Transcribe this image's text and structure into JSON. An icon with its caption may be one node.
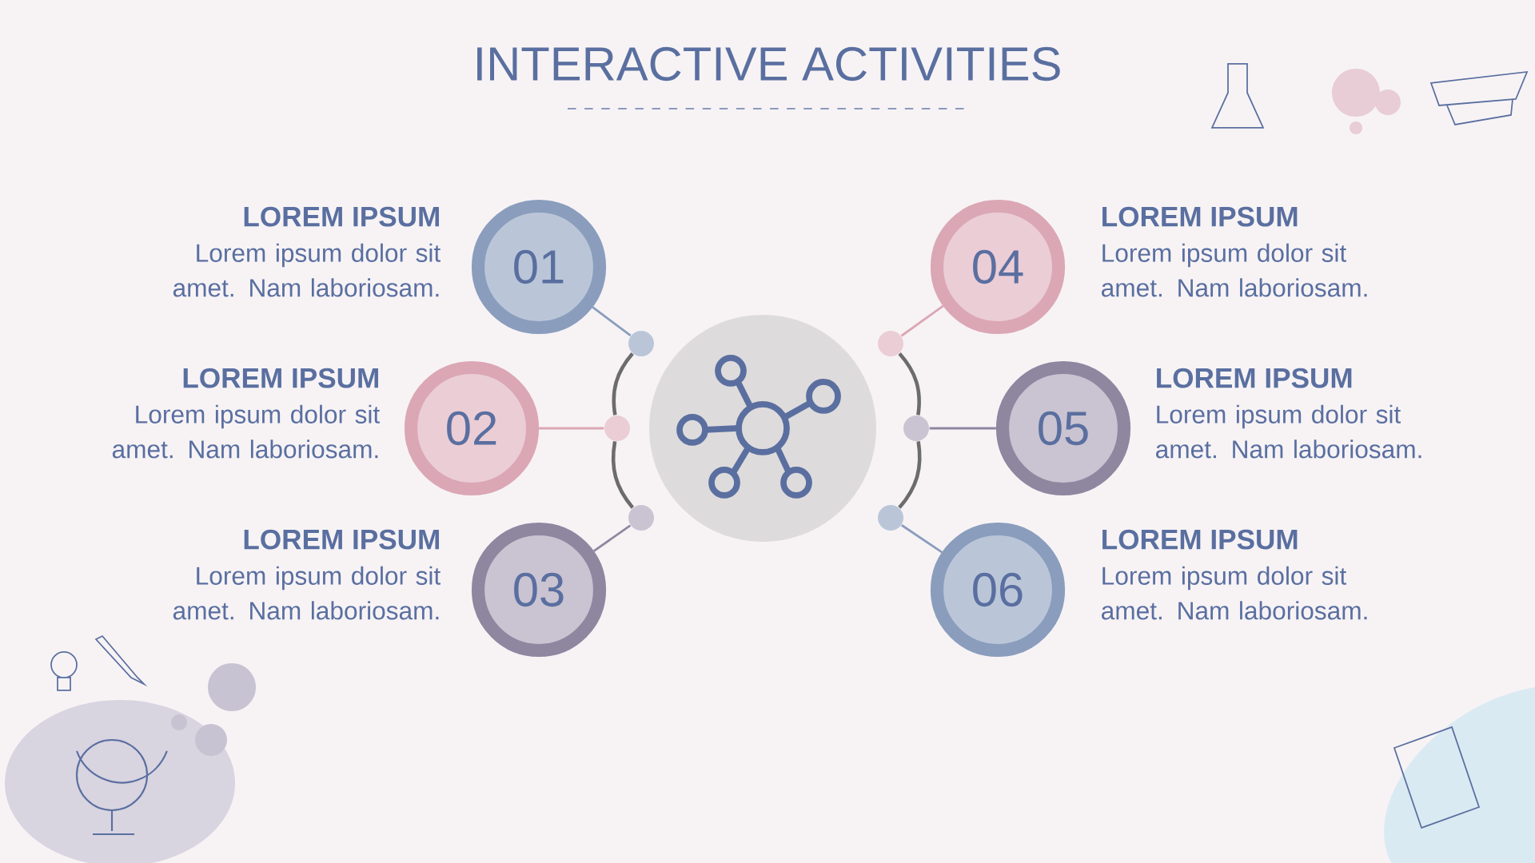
{
  "diagram": {
    "title": "INTERACTIVE ACTIVITIES",
    "nodes": [
      {
        "text": [],
        "shape": "circle"
      },
      {
        "text": [
          "01"
        ],
        "beside": [
          "LOREM IPSUM",
          "Lorem ipsum dolor sit amet. Nam laboriosam."
        ]
      },
      {
        "text": [
          "02"
        ],
        "beside": [
          "LOREM IPSUM",
          "Lorem ipsum dolor sit amet. Nam laboriosam."
        ]
      },
      {
        "text": [
          "03"
        ],
        "beside": [
          "LOREM IPSUM",
          "Lorem ipsum dolor sit amet. Nam laboriosam."
        ]
      },
      {
        "text": [
          "04"
        ],
        "beside": [
          "LOREM IPSUM",
          "Lorem ipsum dolor sit amet. Nam laboriosam."
        ]
      },
      {
        "text": [
          "05"
        ],
        "beside": [
          "LOREM IPSUM",
          "Lorem ipsum dolor sit amet. Nam laboriosam."
        ]
      },
      {
        "text": [
          "06"
        ],
        "beside": [
          "LOREM IPSUM",
          "Lorem ipsum dolor sit amet. Nam laboriosam."
        ]
      },
      {
        "text": [],
        "shape": "circle"
      },
      {
        "text": [],
        "shape": "circle"
      },
      {
        "text": [],
        "shape": "circle"
      },
      {
        "text": [],
        "shape": "circle"
      },
      {
        "text": [],
        "shape": "circle"
      },
      {
        "text": [],
        "shape": "circle"
      }
    ],
    "edges": [
      {
        "from": 1,
        "to": 7,
        "arrow": "none",
        "color": "#8a9dbd"
      },
      {
        "from": 2,
        "to": 8,
        "arrow": "none",
        "color": "#dba7b5"
      },
      {
        "from": 3,
        "to": 9,
        "arrow": "none",
        "color": "#8f86a0"
      },
      {
        "from": 4,
        "to": 10,
        "arrow": "none",
        "color": "#dba7b5"
      },
      {
        "from": 5,
        "to": 11,
        "arrow": "none",
        "color": "#8f86a0"
      },
      {
        "from": 6,
        "to": 12,
        "arrow": "none",
        "color": "#8a9dbd"
      },
      {
        "from": 7,
        "to": 8,
        "arrow": "none"
      },
      {
        "from": 8,
        "to": 9,
        "arrow": "none"
      },
      {
        "from": 10,
        "to": 11,
        "arrow": "none"
      },
      {
        "from": 11,
        "to": 12,
        "arrow": "none"
      }
    ]
  }
}
